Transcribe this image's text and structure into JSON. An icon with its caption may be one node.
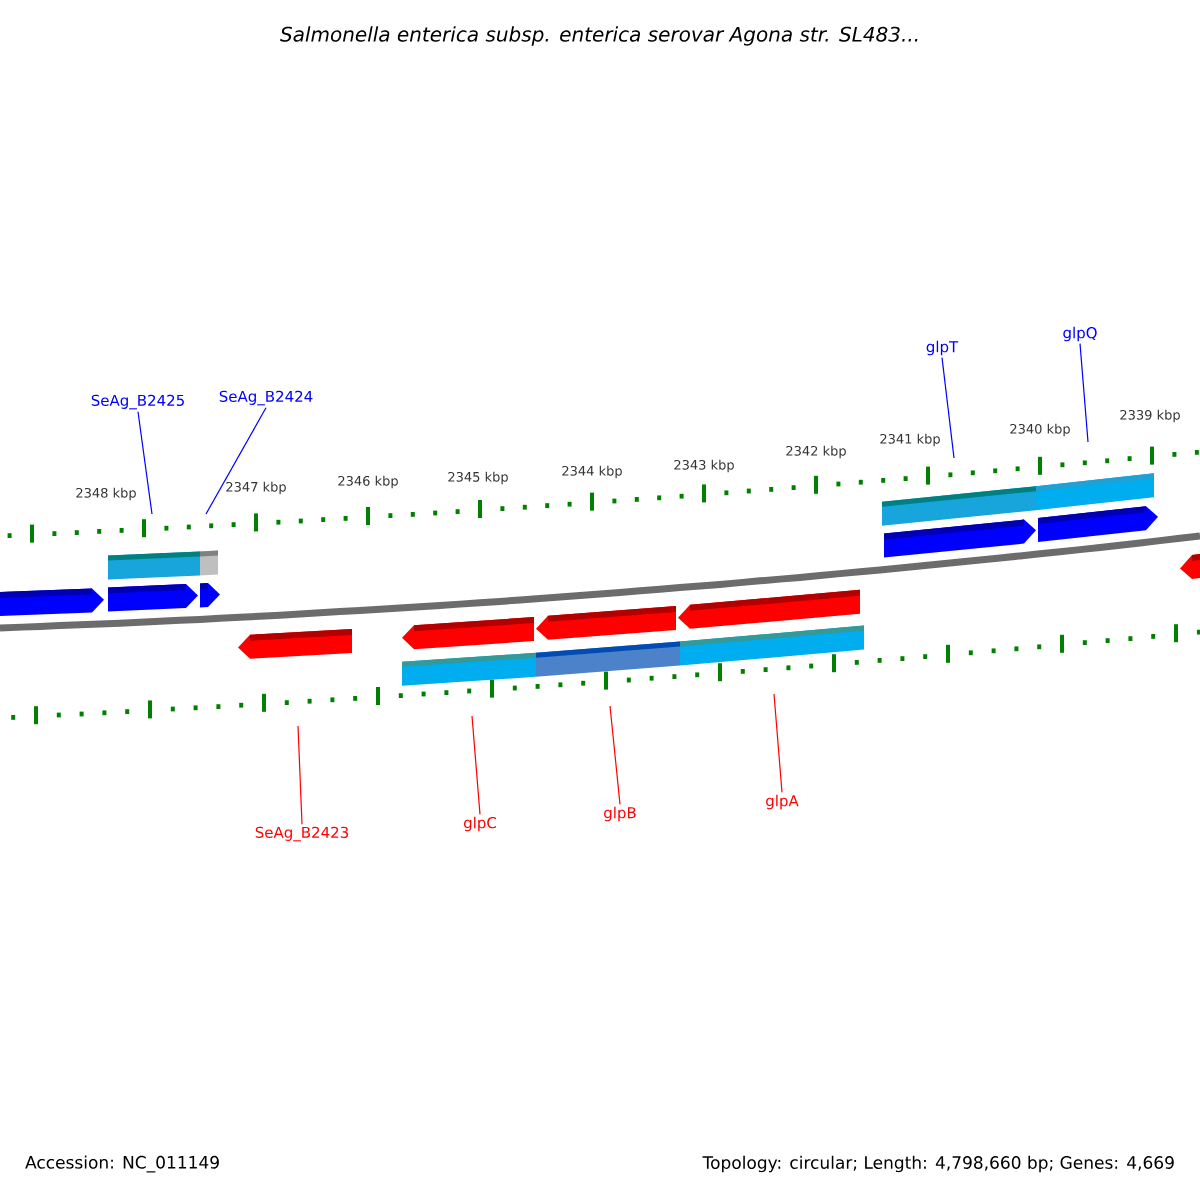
{
  "diagram": {
    "title": "Salmonella enterica subsp. enterica serovar Agona str. SL483...",
    "nodes": [
      {
        "text": [
          "SeAg_B2425"
        ]
      },
      {
        "text": [
          "SeAg_B2424"
        ]
      },
      {
        "text": [
          "glpT"
        ]
      },
      {
        "text": [
          "glpQ"
        ]
      },
      {
        "text": [
          "SeAg_B2423"
        ]
      },
      {
        "text": [
          "glpC"
        ]
      },
      {
        "text": [
          "glpB"
        ]
      },
      {
        "text": [
          "glpA"
        ]
      }
    ],
    "edges": [
      {
        "from": 0,
        "to": null,
        "arrow": "none",
        "color": "#0000ff"
      },
      {
        "from": 1,
        "to": null,
        "arrow": "none",
        "color": "#0000ff"
      },
      {
        "from": 2,
        "to": null,
        "arrow": "none",
        "color": "#0000ff"
      },
      {
        "from": 3,
        "to": null,
        "arrow": "none",
        "color": "#0000ff"
      },
      {
        "from": 4,
        "to": null,
        "arrow": "none",
        "color": "#ff0000"
      },
      {
        "from": 5,
        "to": null,
        "arrow": "none",
        "color": "#ff0000"
      },
      {
        "from": 6,
        "to": null,
        "arrow": "none",
        "color": "#ff0000"
      },
      {
        "from": 7,
        "to": null,
        "arrow": "none",
        "color": "#ff0000"
      }
    ],
    "labels": [
      "2348 kbp",
      "2347 kbp",
      "2346 kbp",
      "2345 kbp",
      "2344 kbp",
      "2343 kbp",
      "2342 kbp",
      "2341 kbp",
      "2340 kbp",
      "2339 kbp",
      "Accession: NC_011149",
      "Topology: circular; Length: 4,798,660 bp; Genes: 4,669"
    ]
  }
}
